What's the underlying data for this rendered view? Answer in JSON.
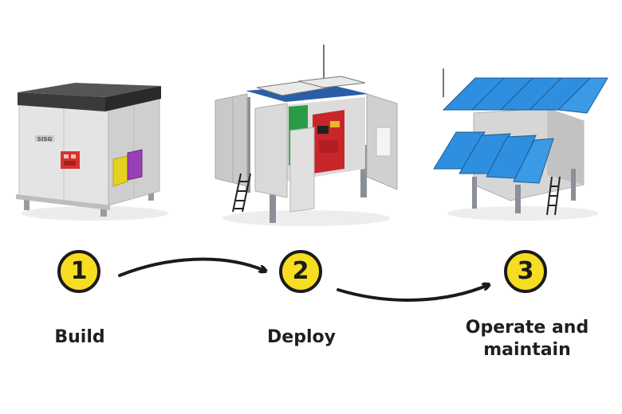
{
  "steps": [
    {
      "number": "1",
      "label": "Build"
    },
    {
      "number": "2",
      "label": "Deploy"
    },
    {
      "number": "3",
      "label_line1": "Operate and",
      "label_line2": "maintain"
    }
  ],
  "units": [
    {
      "logo_text": "SISG"
    }
  ],
  "colors": {
    "badge_fill": "#f6dd22",
    "badge_stroke": "#1b1b1b",
    "arrow": "#1b1b1b",
    "panel_blue": "#2e8fe0",
    "enclosure_grey": "#e3e3e3",
    "roof_dark": "#3a3a3a",
    "frame_blue": "#2b5ea8"
  }
}
